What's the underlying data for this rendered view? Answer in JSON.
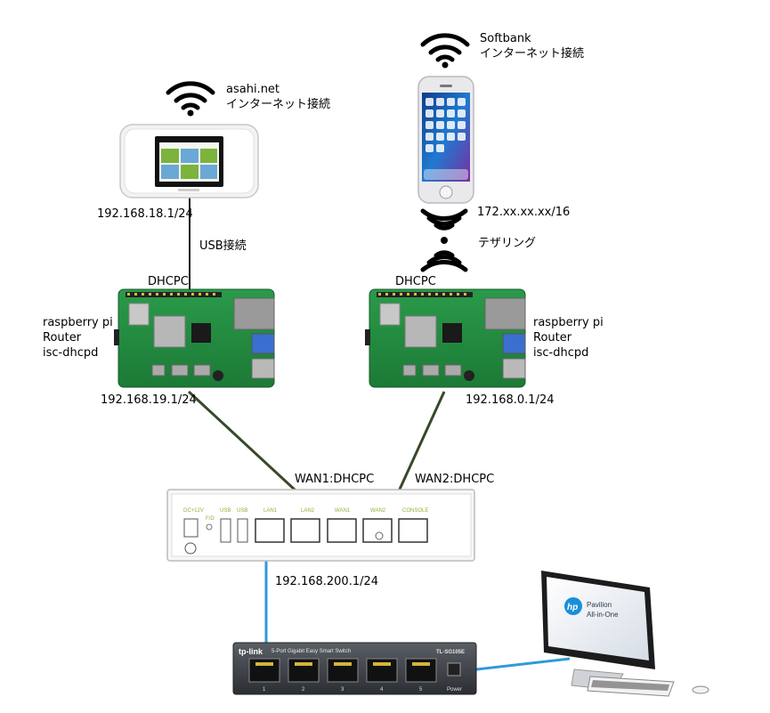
{
  "mobile_router": {
    "wifi_label_line1": "asahi.net",
    "wifi_label_line2": "インターネット接続",
    "ip": "192.168.18.1/24",
    "link_label": "USB接続"
  },
  "smartphone": {
    "wifi_label_line1": "Softbank",
    "wifi_label_line2": "インターネット接続",
    "ip": "172.xx.xx.xx/16",
    "tether_label": "テザリング"
  },
  "rpi_left": {
    "dhcp_label": "DHCPC",
    "role_line1": "raspberry pi",
    "role_line2": "Router",
    "role_line3": "isc-dhcpd",
    "ip": "192.168.19.1/24"
  },
  "rpi_right": {
    "dhcp_label": "DHCPC",
    "role_line1": "raspberry pi",
    "role_line2": "Router",
    "role_line3": "isc-dhcpd",
    "ip": "192.168.0.1/24"
  },
  "router_links": {
    "wan1": "WAN1:DHCPC",
    "wan2": "WAN2:DHCPC",
    "lan_ip": "192.168.200.1/24"
  },
  "router_device": {
    "ports": [
      "DC+12V",
      "USB",
      "USB",
      "LAN1",
      "LAN2",
      "WAN1",
      "WAN2",
      "CONSOLE"
    ],
    "fd": "F/D"
  },
  "switch": {
    "brand": "tp-link",
    "desc": "5-Port Gigabit Easy Smart Switch",
    "model": "TL-SG105E",
    "port_numbers": [
      "1",
      "2",
      "3",
      "4",
      "5"
    ],
    "power": "Power"
  },
  "pc": {
    "brand": "hp",
    "line1": "Pavilion",
    "line2": "All-in-One"
  },
  "colors": {
    "green_cable": "#37492a",
    "blue_cable": "#2e9bd6",
    "pcb": "#21803d",
    "router_text": "#8fb23a"
  }
}
